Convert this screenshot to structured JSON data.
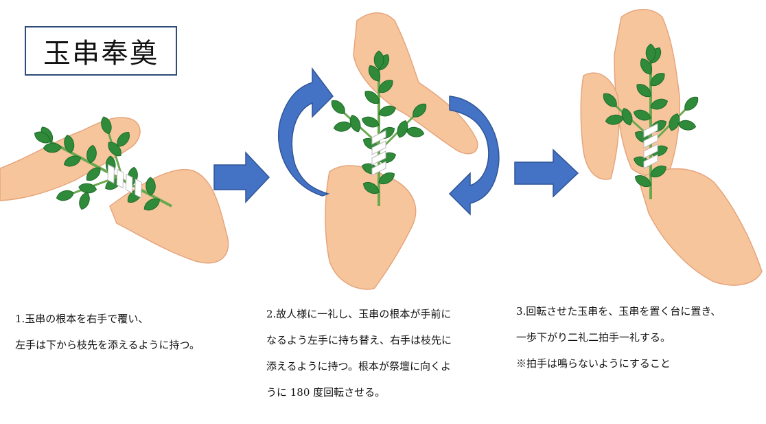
{
  "title": "玉串奉奠",
  "steps": [
    {
      "lines": [
        "1.玉串の根本を右手で覆い、",
        "左手は下から枝先を添えるように持つ。"
      ]
    },
    {
      "lines": [
        "2.故人様に一礼し、玉串の根本が手前に",
        "なるよう左手に持ち替え、右手は枝先に",
        "添えるように持つ。根本が祭壇に向くよ",
        "うに 180 度回転させる。"
      ]
    },
    {
      "lines": [
        "3.回転させた玉串を、玉串を置く台に置き、",
        "一歩下がり二礼二拍手一礼する。",
        "※拍手は鳴らないようにすること"
      ]
    }
  ],
  "icons": [
    "hands-holding-tamagushi",
    "arrow-right",
    "rotate-arrows",
    "hands-holding-tamagushi-rotated",
    "arrow-right",
    "hands-holding-tamagushi-upright"
  ],
  "colors": {
    "skin": "#f6c59c",
    "skin_outline": "#e6a57c",
    "leaf": "#2f8a3a",
    "leaf_dark": "#1f6b2a",
    "stem": "#6aa84f",
    "paper": "#ffffff",
    "arrow": "#4472c4",
    "arrow_dark": "#2f5597",
    "title_border": "#2e4a7a"
  }
}
